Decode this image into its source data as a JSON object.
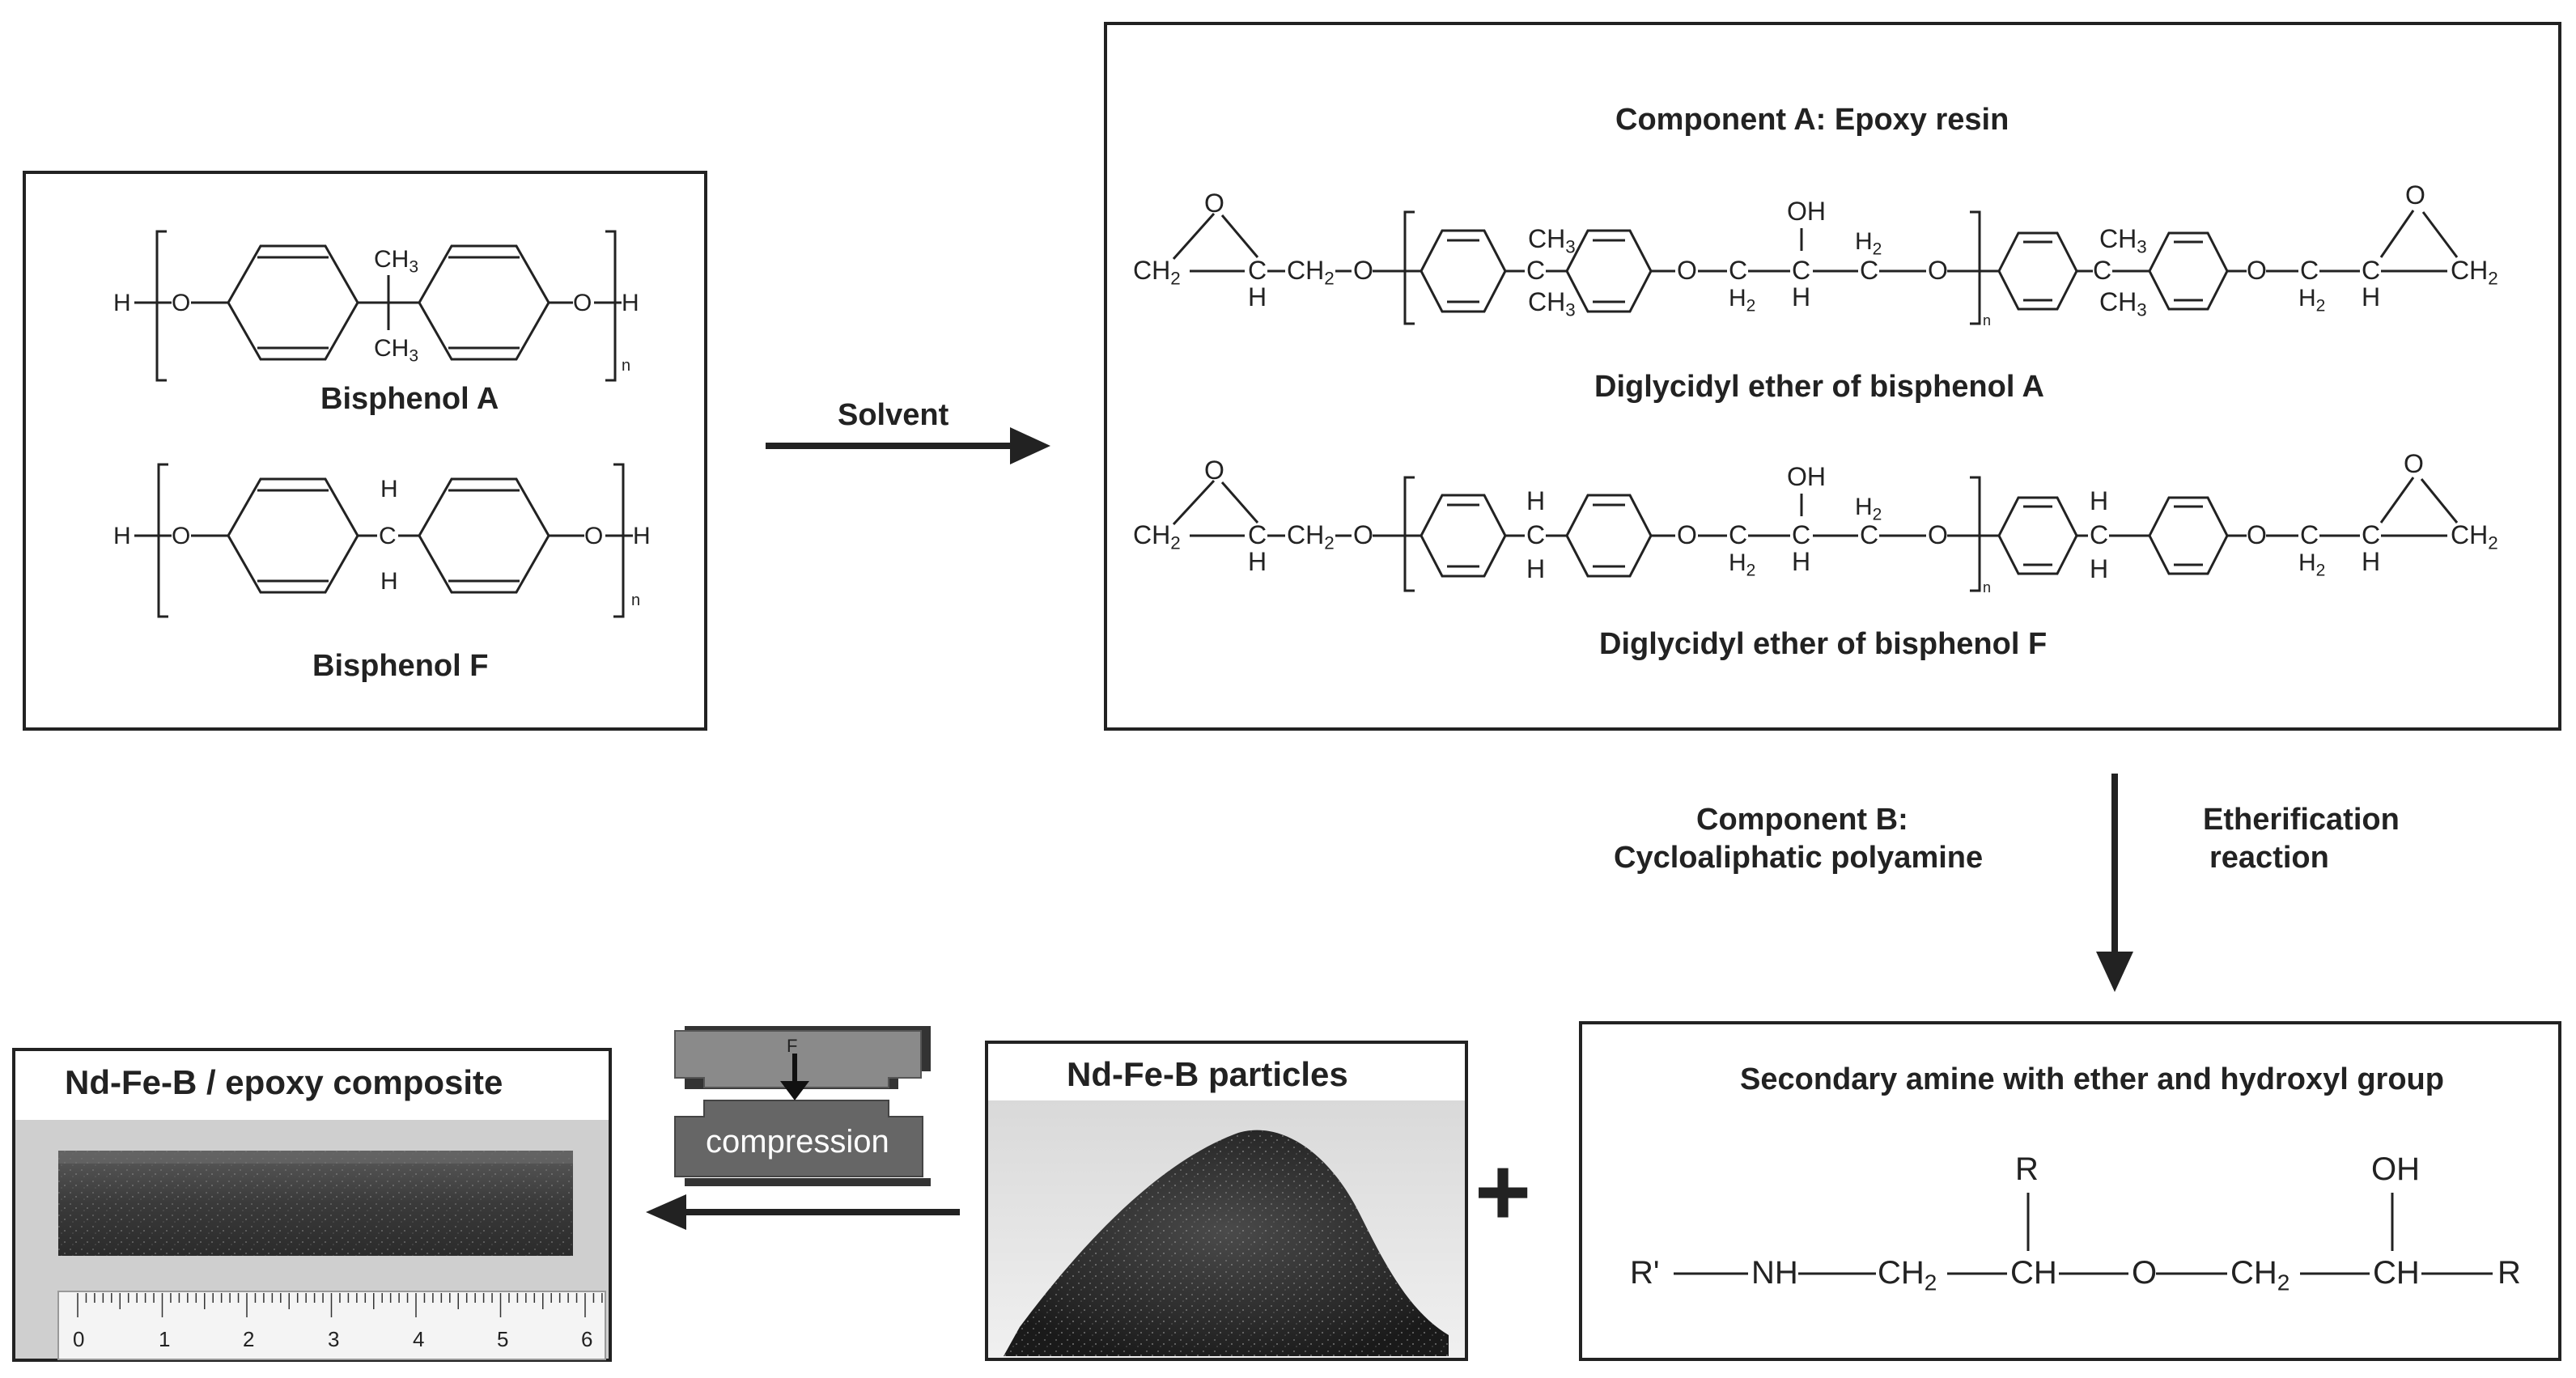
{
  "diagram": {
    "box1": {
      "bisphenol_a": "Bisphenol A",
      "bisphenol_f": "Bisphenol F",
      "n": "n",
      "h": "H",
      "o": "O",
      "ch3": "CH3",
      "c": "C"
    },
    "arrow_solvent": "Solvent",
    "box2": {
      "title": "Component A: Epoxy resin",
      "dgeba": "Diglycidyl ether of bisphenol A",
      "dgebf": "Diglycidyl ether of bisphenol F",
      "ch2": "CH2",
      "h2": "H2",
      "oh": "OH",
      "o": "O",
      "h": "H",
      "c": "C",
      "ch3": "CH3",
      "n": "n"
    },
    "component_b": {
      "line1": "Component B:",
      "line2": "Cycloaliphatic polyamine"
    },
    "etherification": {
      "line1": "Etherification",
      "line2": "reaction"
    },
    "box3": {
      "title": "Secondary amine with ether and hydroxyl group",
      "chain": [
        "R'",
        "NH",
        "CH2",
        "CH",
        "O",
        "CH2",
        "CH",
        "R"
      ],
      "r_sub": "R",
      "oh_sub": "OH"
    },
    "plus": "+",
    "particles_title": "Nd-Fe-B particles",
    "press": {
      "force": "F",
      "label": "compression"
    },
    "composite_title": "Nd-Fe-B / epoxy composite",
    "ruler": [
      "0",
      "1",
      "2",
      "3",
      "4",
      "5",
      "6"
    ]
  }
}
